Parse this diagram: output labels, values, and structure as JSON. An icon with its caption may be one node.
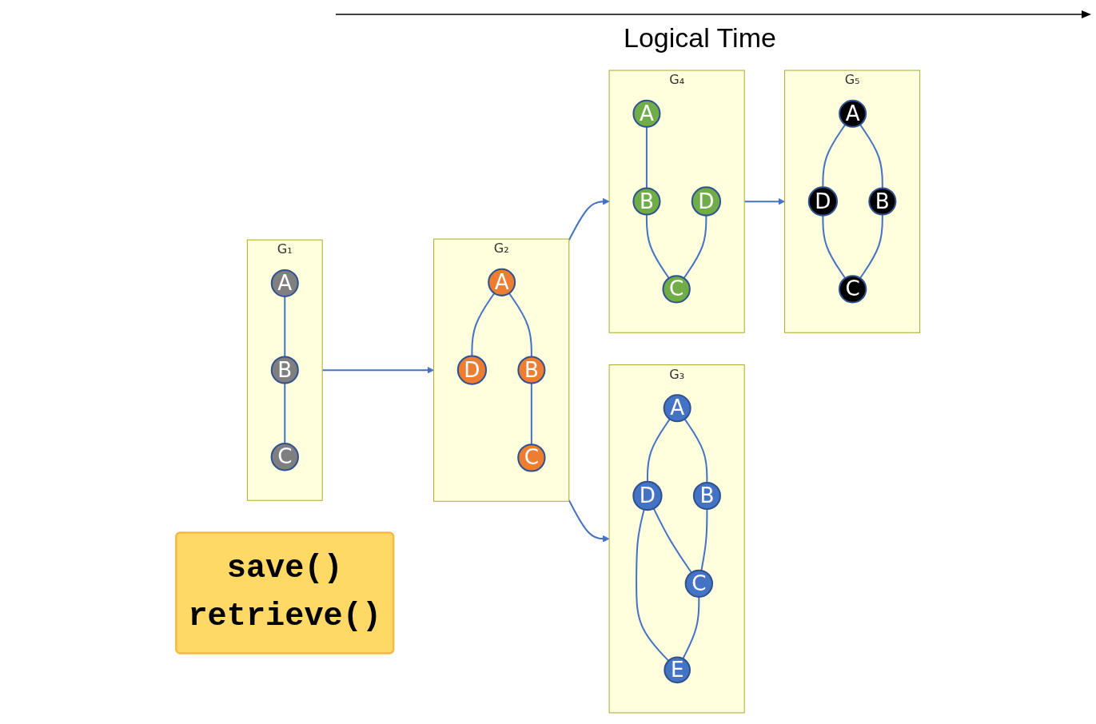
{
  "diagram": {
    "nodes": [
      {
        "text": [
          "G₁"
        ]
      },
      {
        "text": [
          "A"
        ],
        "in": 0
      },
      {
        "text": [
          "B"
        ],
        "in": 0
      },
      {
        "text": [
          "C"
        ],
        "in": 0
      },
      {
        "text": [
          "G₂"
        ]
      },
      {
        "text": [
          "A"
        ],
        "in": 4
      },
      {
        "text": [
          "D"
        ],
        "in": 4
      },
      {
        "text": [
          "B"
        ],
        "in": 4
      },
      {
        "text": [
          "C"
        ],
        "in": 4
      },
      {
        "text": [
          "G₃"
        ]
      },
      {
        "text": [
          "A"
        ],
        "in": 9
      },
      {
        "text": [
          "D"
        ],
        "in": 9
      },
      {
        "text": [
          "E"
        ],
        "in": 9
      },
      {
        "text": [
          "B"
        ],
        "in": 9
      },
      {
        "text": [
          "C"
        ],
        "in": 9
      },
      {
        "text": [
          "save()",
          "retrieve()"
        ]
      },
      {
        "text": [
          "G₄"
        ]
      },
      {
        "text": [
          "A"
        ],
        "in": 16
      },
      {
        "text": [
          "D"
        ],
        "in": 16
      },
      {
        "text": [
          "B"
        ],
        "in": 16
      },
      {
        "text": [
          "C"
        ],
        "in": 16
      },
      {
        "text": [
          "G₅"
        ]
      },
      {
        "text": [
          "A"
        ],
        "in": 21
      },
      {
        "text": [
          "D"
        ],
        "in": 21
      },
      {
        "text": [
          "B"
        ],
        "in": 21
      },
      {
        "text": [
          "C"
        ],
        "in": 21
      }
    ],
    "edges": [
      {
        "from": 1,
        "to": 2,
        "arrow": "none"
      },
      {
        "from": 2,
        "to": 3,
        "arrow": "none"
      },
      {
        "from": 5,
        "to": 6,
        "arrow": "none"
      },
      {
        "from": 5,
        "to": 7,
        "arrow": "none"
      },
      {
        "from": 7,
        "to": 8,
        "arrow": "none"
      },
      {
        "from": 10,
        "to": 11,
        "arrow": "none"
      },
      {
        "from": 10,
        "to": 13,
        "arrow": "none"
      },
      {
        "from": 11,
        "to": 14,
        "arrow": "none"
      },
      {
        "from": 11,
        "to": 12,
        "arrow": "none"
      },
      {
        "from": 13,
        "to": 14,
        "arrow": "none"
      },
      {
        "from": 14,
        "to": 12,
        "arrow": "none"
      },
      {
        "from": 17,
        "to": 19,
        "arrow": "none"
      },
      {
        "from": 19,
        "to": 20,
        "arrow": "none"
      },
      {
        "from": 18,
        "to": 20,
        "arrow": "none"
      },
      {
        "from": 22,
        "to": 23,
        "arrow": "none"
      },
      {
        "from": 22,
        "to": 24,
        "arrow": "none"
      },
      {
        "from": 23,
        "to": 25,
        "arrow": "none"
      },
      {
        "from": 24,
        "to": 25,
        "arrow": "none"
      },
      {
        "from": 0,
        "to": 4,
        "arrow": "to"
      },
      {
        "from": 4,
        "to": 9,
        "arrow": "to"
      },
      {
        "from": 4,
        "to": 16,
        "arrow": "to"
      },
      {
        "from": 16,
        "to": 21,
        "arrow": "to"
      }
    ],
    "labels": [
      "Logical Time"
    ]
  }
}
